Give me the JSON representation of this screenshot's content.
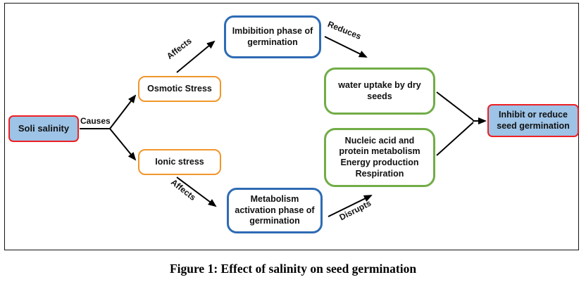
{
  "figure": {
    "caption": "Figure 1: Effect of salinity on seed germination"
  },
  "nodes": {
    "soil_salinity": "Soli salinity",
    "osmotic_stress": "Osmotic Stress",
    "ionic_stress": "Ionic stress",
    "imbibition": "Imbibition phase of germination",
    "metabolism_activation": "Metabolism activation phase of germination",
    "water_uptake": "water uptake by dry seeds",
    "nucleic": {
      "line1": "Nucleic acid and protein metabolism",
      "line2": "Energy production",
      "line3": "Respiration"
    },
    "inhibit": "Inhibit or reduce seed germination"
  },
  "edges": {
    "causes": "Causes",
    "affects_top": "Affects",
    "affects_bottom": "Affects",
    "reduces": "Reduces",
    "disrupts": "Disrupts"
  },
  "colors": {
    "node_red_border": "#ed2024",
    "node_blue_fill": "#9dc3e6",
    "node_orange_border": "#f1962b",
    "node_blue_border": "#2e6bb4",
    "node_green_border": "#71ad47",
    "arrow": "#000000"
  }
}
